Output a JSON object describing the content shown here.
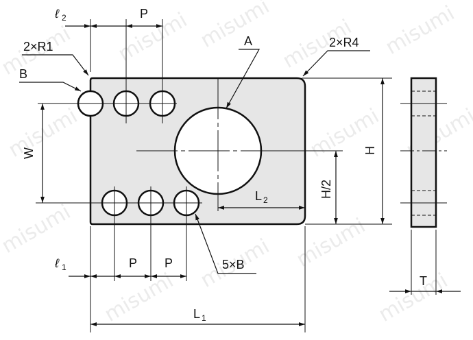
{
  "labels": {
    "l2": "ℓ",
    "l2_sub": "2",
    "p_top": "P",
    "corner_r1": "2×R1",
    "hole_a": "A",
    "corner_r4": "2×R4",
    "hole_b": "B",
    "width_w": "W",
    "height_h": "H",
    "half_height": "H/2",
    "len_l2": "L",
    "len_l2_sub": "2",
    "l1": "ℓ",
    "l1_sub": "1",
    "p_bottom_1": "P",
    "p_bottom_2": "P",
    "holes_5b": "5×B",
    "len_l1": "L",
    "len_l1_sub": "1",
    "thickness_t": "T"
  },
  "watermark": "misumi",
  "colors": {
    "plate_fill": "#e6e6e6",
    "line": "#111111",
    "background": "#ffffff"
  }
}
